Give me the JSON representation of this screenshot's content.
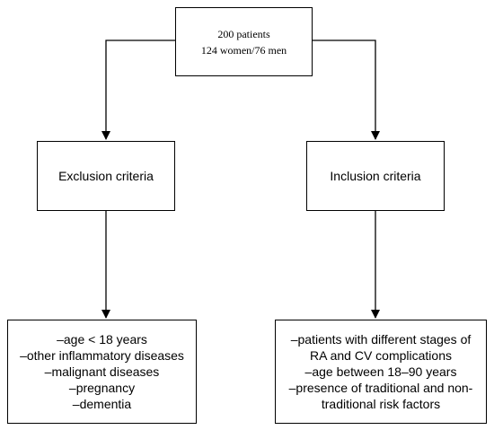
{
  "top": {
    "lines": [
      "200 patients",
      "124 women/76 men"
    ]
  },
  "exclusion": {
    "title": "Exclusion criteria",
    "items": [
      "–age < 18 years",
      "–other inflammatory diseases",
      "–malignant diseases",
      "–pregnancy",
      "–dementia"
    ]
  },
  "inclusion": {
    "title": "Inclusion criteria",
    "items": [
      "–patients with different stages of",
      "RA and CV complications",
      "–age between 18–90 years",
      "–presence of traditional and non-",
      "traditional risk factors"
    ]
  },
  "colors": {
    "stroke": "#000000",
    "background": "#ffffff"
  }
}
